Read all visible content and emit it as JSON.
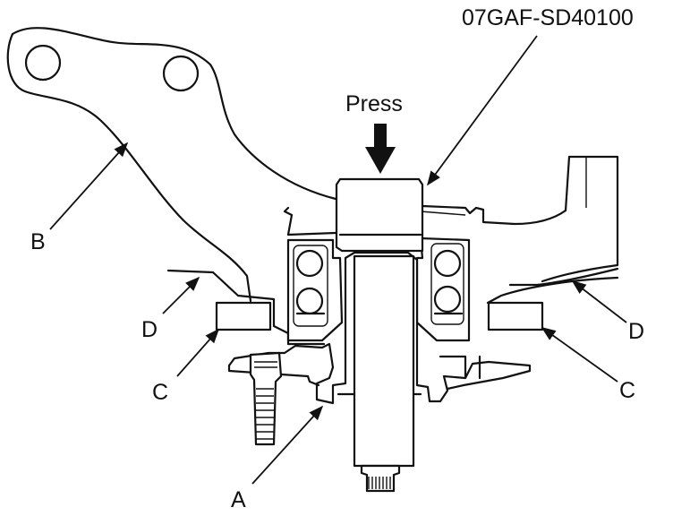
{
  "tool_label": "07GAF-SD40100",
  "press_label": "Press",
  "callouts": {
    "a": "A",
    "b": "B",
    "c_left": "C",
    "c_right": "C",
    "d_left": "D",
    "d_right": "D"
  }
}
